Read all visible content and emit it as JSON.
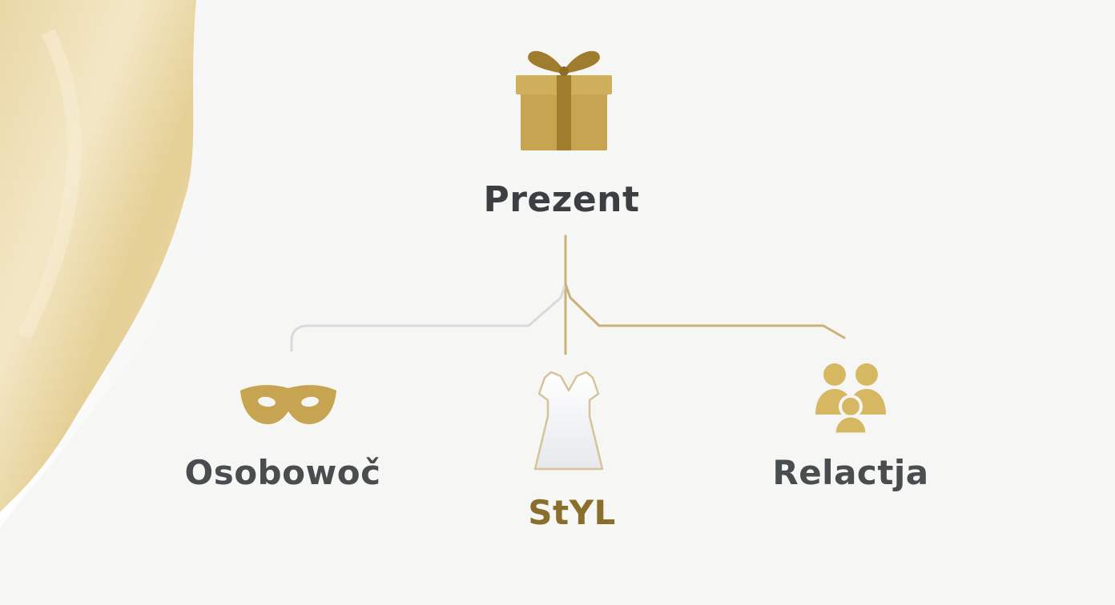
{
  "diagram": {
    "root": {
      "label": "Prezent",
      "icon": "gift-icon"
    },
    "children": [
      {
        "label": "Osobowoč",
        "icon": "mask-icon"
      },
      {
        "label": "StYL",
        "icon": "dress-icon"
      },
      {
        "label": "Relactja",
        "icon": "people-icon"
      }
    ],
    "colors": {
      "gold": "#c7a451",
      "gold_dark": "#a07d2e",
      "connector_gold": "#c9b27a",
      "connector_gray": "#d9dadb",
      "text_dark": "#3c3f42",
      "text_accent": "#8a6f2c",
      "background": "#f6f6f5"
    }
  }
}
